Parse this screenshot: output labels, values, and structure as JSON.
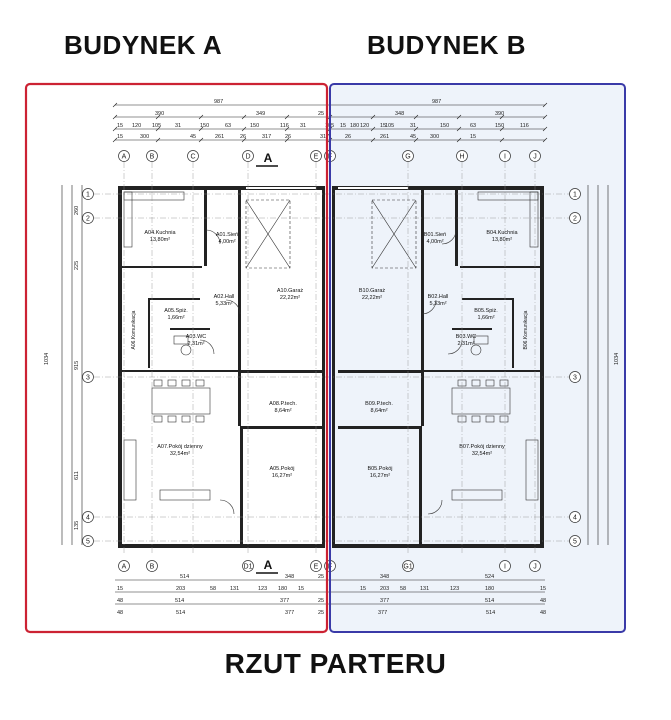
{
  "titles": {
    "building_a": "BUDYNEK A",
    "building_b": "BUDYNEK B",
    "plan": "RZUT PARTERU"
  },
  "colors": {
    "building_a_frame": "#cc2233",
    "building_b_frame": "#3a3aa8",
    "building_b_fill": "#eef3fa",
    "wall": "#222222"
  },
  "axes": {
    "top": [
      "A",
      "B",
      "C",
      "D",
      "E",
      "F",
      "G",
      "H",
      "I",
      "J"
    ],
    "bottom": [
      "A",
      "B",
      "D1",
      "E",
      "F",
      "G1",
      "I",
      "J"
    ],
    "left": [
      "1",
      "2",
      "3",
      "4",
      "5"
    ],
    "right": [
      "1",
      "2",
      "3",
      "4",
      "5"
    ],
    "section_mark": "A"
  },
  "dimensions": {
    "top_overall": "987",
    "top_row2": [
      "390",
      "349",
      "25",
      "348",
      "390"
    ],
    "top_row3": [
      "15",
      "120",
      "105",
      "31",
      "150",
      "63",
      "150",
      "116",
      "31",
      "105",
      "180",
      "15"
    ],
    "top_row4": [
      "15",
      "300",
      "45",
      "261",
      "26",
      "317",
      "26",
      "317",
      "26",
      "261",
      "45",
      "300",
      "15"
    ],
    "bottom_row1": [
      "514",
      "348",
      "25",
      "348",
      "524"
    ],
    "bottom_row2": [
      "15",
      "203",
      "58",
      "131",
      "123",
      "180",
      "15"
    ],
    "bottom_row3": [
      "48",
      "514",
      "377",
      "25",
      "377",
      "514",
      "48"
    ],
    "left_overall": "1034",
    "left_row": [
      "260",
      "225",
      "915",
      "611",
      "135"
    ],
    "right_overall": "1034"
  },
  "rooms_a": [
    {
      "code": "A04.Kuchnia",
      "area": "13,80m²"
    },
    {
      "code": "A01.Sień",
      "area": "4,00m²"
    },
    {
      "code": "A02.Hall",
      "area": "5,33m²"
    },
    {
      "code": "A05.Spiż.",
      "area": "1,66m²"
    },
    {
      "code": "A03.WC",
      "area": "2,31m²"
    },
    {
      "code": "A06.Komunikacja",
      "area": ""
    },
    {
      "code": "A10.Garaż",
      "area": "22,22m²"
    },
    {
      "code": "A08.P.tech.",
      "area": "8,64m²"
    },
    {
      "code": "A07.Pokój dzienny",
      "area": "32,54m²"
    },
    {
      "code": "A05.Pokój",
      "area": "16,27m²"
    }
  ],
  "rooms_b": [
    {
      "code": "B04.Kuchnia",
      "area": "13,80m²"
    },
    {
      "code": "B01.Sień",
      "area": "4,00m²"
    },
    {
      "code": "B02.Hall",
      "area": "5,33m²"
    },
    {
      "code": "B05.Spiż.",
      "area": "1,66m²"
    },
    {
      "code": "B03.WC",
      "area": "2,31m²"
    },
    {
      "code": "B06.Komunikacja",
      "area": ""
    },
    {
      "code": "B10.Garaż",
      "area": "22,22m²"
    },
    {
      "code": "B09.P.tech.",
      "area": "8,64m²"
    },
    {
      "code": "B07.Pokój dzienny",
      "area": "32,54m²"
    },
    {
      "code": "B05.Pokój",
      "area": "16,27m²"
    }
  ]
}
